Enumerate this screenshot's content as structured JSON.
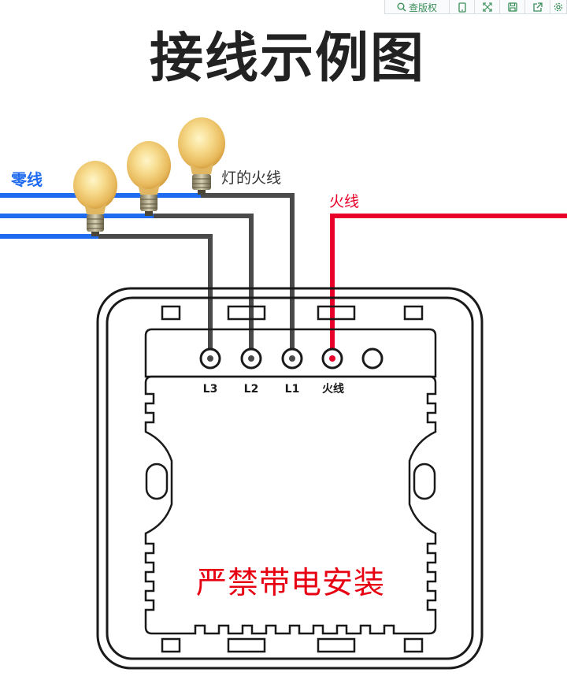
{
  "toolbar": {
    "view_rights_label": "查版权",
    "icons": [
      "search-icon",
      "tablet-icon",
      "fullscreen-icon",
      "save-icon",
      "share-icon",
      "settings-icon"
    ]
  },
  "title": "接线示例图",
  "labels": {
    "neutral": "零线",
    "lamp_live": "灯的火线",
    "live": "火线",
    "warning": "严禁带电安装"
  },
  "terminals": [
    "L3",
    "L2",
    "L1",
    "火线"
  ],
  "colors": {
    "neutral_wire": "#1f6bf0",
    "live_wire": "#e8002a",
    "lamp_wire": "#4a4a4a",
    "warning_text": "#e60012"
  }
}
